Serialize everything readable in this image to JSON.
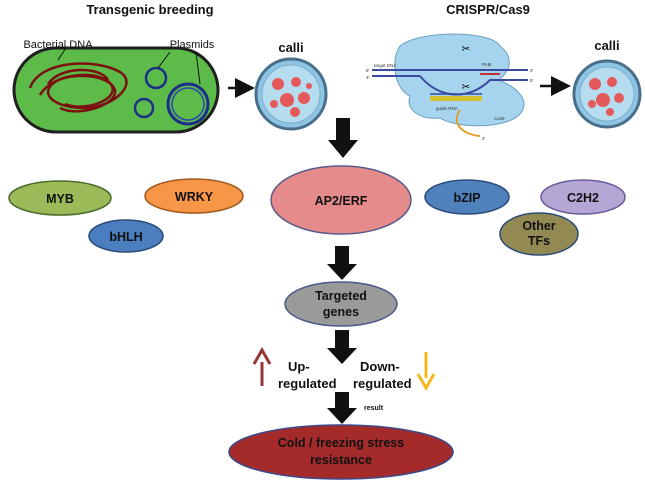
{
  "sections": {
    "left_title": "Transgenic breeding",
    "right_title": "CRISPR/Cas9"
  },
  "bacterium": {
    "dna_label": "Bacterial DNA",
    "plasmid_label": "Plasmids"
  },
  "calli": {
    "left_label": "calli",
    "right_label": "calli"
  },
  "crispr": {
    "target_dna": "target DNA",
    "pam": "PAM",
    "guide_rna": "guide RNA",
    "cas9": "Cas9",
    "end_5a": "5'",
    "end_3a": "3'",
    "end_3b": "3'",
    "end_5b": "5'",
    "end_3c": "3'"
  },
  "transcription_factors": {
    "myb": "MYB",
    "wrky": "WRKY",
    "bhlh": "bHLH",
    "ap2erf": "AP2/ERF",
    "bzip": "bZIP",
    "c2h2": "C2H2",
    "other_line1": "Other",
    "other_line2": "TFs"
  },
  "targets": {
    "line1": "Targeted",
    "line2": "genes"
  },
  "regulation": {
    "up_line1": "Up-",
    "up_line2": "regulated",
    "down_line1": "Down-",
    "down_line2": "regulated",
    "result": "result"
  },
  "outcome": {
    "line1": "Cold / freezing stress",
    "line2": "resistance"
  },
  "colors": {
    "bacterium_fill": "#5dbb4a",
    "dna": "#7a1010",
    "plasmid": "#1c2e8a",
    "dish": "#8ec5e4",
    "cas9": "#a6d4ee",
    "myb": "#9bbb59",
    "wrky": "#f79646",
    "bhlh": "#4a7ebf",
    "ap2erf": "#e58b8b",
    "bzip": "#4f81bd",
    "c2h2": "#b4a7d6",
    "other": "#938953",
    "targeted": "#9a9a9a",
    "outcome": "#a52a2a",
    "up_arrow": "#943634",
    "down_arrow": "#f2b820"
  }
}
